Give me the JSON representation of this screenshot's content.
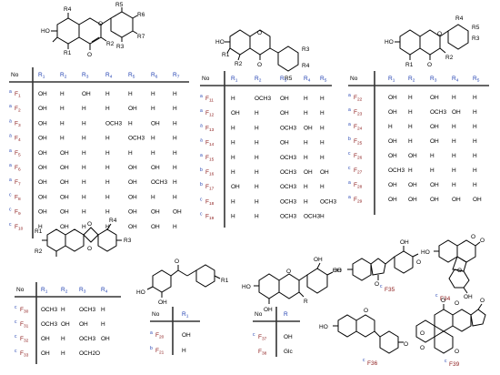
{
  "colors": {
    "ink": "#000000",
    "id_label": "#8b1a1a",
    "superscript": "#1f3fb0",
    "header": "#1f3fb0",
    "rule": "#333333",
    "background": "#ffffff"
  },
  "tables": {
    "t1": {
      "headers": [
        "No",
        "R1",
        "R2",
        "R3",
        "R4",
        "R5",
        "R6",
        "R7"
      ],
      "rows": [
        {
          "sup": "a",
          "id": "F1",
          "cells": [
            "OH",
            "H",
            "OH",
            "H",
            "H",
            "H",
            "H"
          ]
        },
        {
          "sup": "a",
          "id": "F2",
          "cells": [
            "OH",
            "H",
            "H",
            "H",
            "OH",
            "H",
            "H"
          ]
        },
        {
          "sup": "a",
          "id": "F3",
          "cells": [
            "OH",
            "H",
            "H",
            "OCH3",
            "H",
            "OH",
            "H"
          ]
        },
        {
          "sup": "a",
          "id": "F4",
          "cells": [
            "OH",
            "H",
            "H",
            "H",
            "OCH3",
            "H",
            "H"
          ]
        },
        {
          "sup": "a",
          "id": "F5",
          "cells": [
            "OH",
            "OH",
            "H",
            "H",
            "H",
            "H",
            "H"
          ]
        },
        {
          "sup": "a",
          "id": "F6",
          "cells": [
            "OH",
            "OH",
            "H",
            "H",
            "OH",
            "OH",
            "H"
          ]
        },
        {
          "sup": "a",
          "id": "F7",
          "cells": [
            "OH",
            "OH",
            "H",
            "H",
            "OH",
            "OCH3",
            "H"
          ]
        },
        {
          "sup": "c",
          "id": "F8",
          "cells": [
            "OH",
            "OH",
            "H",
            "H",
            "OH",
            "H",
            "H"
          ]
        },
        {
          "sup": "c",
          "id": "F9",
          "cells": [
            "OH",
            "OH",
            "H",
            "H",
            "OH",
            "OH",
            "OH"
          ]
        },
        {
          "sup": "c",
          "id": "F10",
          "cells": [
            "H",
            "OH",
            "H",
            "H",
            "OH",
            "OH",
            "H"
          ]
        }
      ]
    },
    "t2": {
      "headers": [
        "No",
        "R1",
        "R2",
        "R3",
        "R4",
        "R5"
      ],
      "rows": [
        {
          "sup": "a",
          "id": "F11",
          "cells": [
            "H",
            "OCH3",
            "OH",
            "H",
            "H"
          ]
        },
        {
          "sup": "a",
          "id": "F12",
          "cells": [
            "OH",
            "H",
            "OH",
            "H",
            "H"
          ]
        },
        {
          "sup": "a",
          "id": "F13",
          "cells": [
            "H",
            "H",
            "OCH3",
            "OH",
            "H"
          ]
        },
        {
          "sup": "a",
          "id": "F14",
          "cells": [
            "H",
            "H",
            "OH",
            "H",
            "H"
          ]
        },
        {
          "sup": "a",
          "id": "F15",
          "cells": [
            "H",
            "H",
            "OCH3",
            "H",
            "H"
          ]
        },
        {
          "sup": "b",
          "id": "F16",
          "cells": [
            "H",
            "H",
            "OCH3",
            "OH",
            "OH"
          ]
        },
        {
          "sup": "b",
          "id": "F17",
          "cells": [
            "OH",
            "H",
            "OCH3",
            "H",
            "H"
          ]
        },
        {
          "sup": "c",
          "id": "F18",
          "cells": [
            "H",
            "H",
            "OCH3",
            "H",
            "OCH3"
          ]
        },
        {
          "sup": "c",
          "id": "F19",
          "cells": [
            "H",
            "H",
            "OCH3",
            "OCH3",
            "H"
          ]
        }
      ]
    },
    "t3": {
      "headers": [
        "No",
        "R1",
        "R2",
        "R3",
        "R4",
        "R5"
      ],
      "rows": [
        {
          "sup": "a",
          "id": "F22",
          "cells": [
            "OH",
            "H",
            "OH",
            "H",
            "H"
          ]
        },
        {
          "sup": "a",
          "id": "F23",
          "cells": [
            "OH",
            "H",
            "OCH3",
            "OH",
            "H"
          ]
        },
        {
          "sup": "a",
          "id": "F24",
          "cells": [
            "H",
            "H",
            "OH",
            "H",
            "H"
          ]
        },
        {
          "sup": "b",
          "id": "F25",
          "cells": [
            "OH",
            "H",
            "OH",
            "H",
            "H"
          ]
        },
        {
          "sup": "c",
          "id": "F26",
          "cells": [
            "OH",
            "OH",
            "H",
            "H",
            "H"
          ]
        },
        {
          "sup": "c",
          "id": "F27",
          "cells": [
            "OCH3",
            "H",
            "H",
            "H",
            "H"
          ]
        },
        {
          "sup": "a",
          "id": "F28",
          "cells": [
            "OH",
            "OH",
            "OH",
            "H",
            "H"
          ]
        },
        {
          "sup": "a",
          "id": "F29",
          "cells": [
            "OH",
            "OH",
            "OH",
            "OH",
            "OH"
          ]
        }
      ]
    },
    "t4": {
      "headers": [
        "No",
        "R1",
        "R2",
        "R3",
        "R4"
      ],
      "rows": [
        {
          "sup": "c",
          "id": "F30",
          "cells": [
            "OCH3",
            "H",
            "OCH3",
            "H"
          ]
        },
        {
          "sup": "c",
          "id": "F31",
          "cells": [
            "OCH3",
            "OH",
            "OH",
            "H"
          ]
        },
        {
          "sup": "c",
          "id": "F32",
          "cells": [
            "OH",
            "H",
            "OCH3",
            "OH"
          ]
        },
        {
          "sup": "c",
          "id": "F33",
          "cells": [
            "OH",
            "H",
            "OCH2O",
            ""
          ]
        }
      ]
    },
    "t5": {
      "headers": [
        "No",
        "R1"
      ],
      "rows": [
        {
          "sup": "a",
          "id": "F20",
          "cells": [
            "OH"
          ]
        },
        {
          "sup": "b",
          "id": "F21",
          "cells": [
            "H"
          ]
        }
      ]
    },
    "t6": {
      "headers": [
        "No",
        "R"
      ],
      "rows": [
        {
          "sup": "c",
          "id": "F37",
          "cells": [
            "OH"
          ]
        },
        {
          "sup": "",
          "id": "F38",
          "cells": [
            "Glc"
          ]
        }
      ]
    }
  },
  "structure_labels": {
    "flavonol": [
      "HO",
      "R4",
      "R5",
      "R6",
      "R7",
      "R3",
      "R1",
      "R2",
      "O",
      "O"
    ],
    "isoflavone": [
      "HO",
      "R1",
      "R2",
      "R3",
      "R4",
      "R5",
      "O",
      "O"
    ],
    "flavanone": [
      "HO",
      "R1",
      "R2",
      "R3",
      "R4",
      "R5",
      "O",
      "O"
    ],
    "pterocarpan": [
      "R1",
      "R2",
      "R3",
      "R4",
      "O",
      "O"
    ],
    "chalcone": [
      "HO",
      "OH",
      "R1",
      "O"
    ],
    "flavan3ol": [
      "HO",
      "OH",
      "OH",
      "OH",
      "R",
      "O"
    ],
    "aurone": [
      "HO",
      "OH",
      "O",
      "O",
      "F35"
    ],
    "coumestan": [
      "HO",
      "O",
      "O",
      "O",
      "OH",
      "F34"
    ],
    "isoflavan": [
      "HO",
      "O",
      "O",
      "F36"
    ],
    "rotenoid": [
      "O",
      "O",
      "O",
      "O",
      "O",
      "O",
      "F39"
    ],
    "compound_sups": {
      "F35": "c",
      "F34": "c",
      "F36": "c",
      "F39": "c"
    }
  }
}
